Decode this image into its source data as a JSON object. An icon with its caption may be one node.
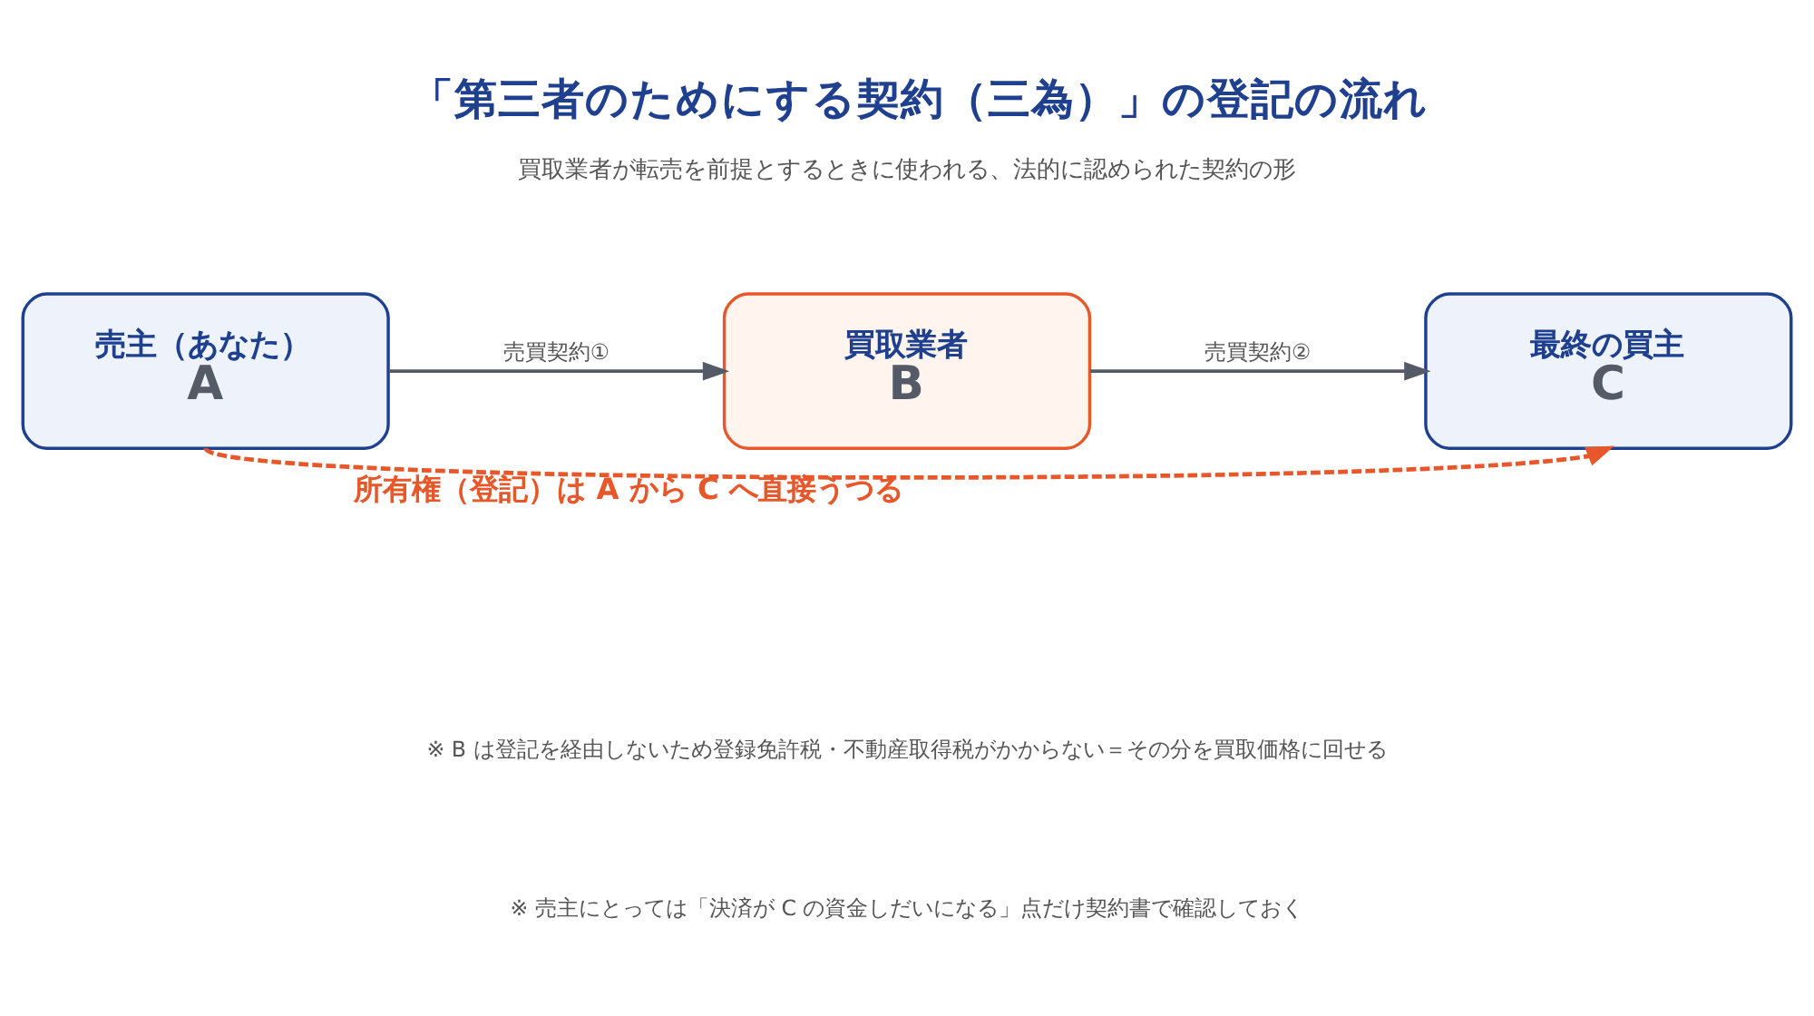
{
  "diagram": {
    "title": "「第三者のためにする契約（三為）」の登記の流れ",
    "nodes": [
      {
        "text": [
          "売主（あなた）",
          "A"
        ]
      },
      {
        "text": [
          "買取業者",
          "B"
        ]
      },
      {
        "text": [
          "最終の買主",
          "C"
        ]
      }
    ],
    "edges": [
      {
        "from": 0,
        "to": 1,
        "arrow": "to",
        "label": "売買契約①"
      },
      {
        "from": 1,
        "to": 2,
        "arrow": "to",
        "label": "売買契約②"
      },
      {
        "from": 0,
        "to": 2,
        "arrow": "to",
        "label": "所有権（登記）は A から C へ直接うつる",
        "style": "dashed",
        "color": "#e8572a"
      }
    ],
    "labels": [
      "買取業者が転売を前提とするときに使われる、法的に認められた契約の形",
      "※ B は登記を経由しないため登録免許税・不動産取得税がかからない＝その分を買取価格に回せる",
      "※ 売主にとっては「決済が C の資金しだいになる」点だけ契約書で確認しておく"
    ]
  }
}
